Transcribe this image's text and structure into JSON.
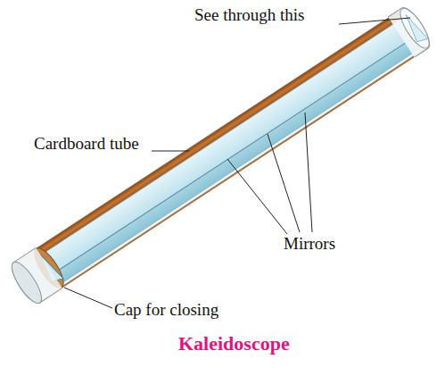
{
  "diagram": {
    "caption": "Kaleidoscope",
    "labels": [
      "See through this",
      "Cardboard tube",
      "Mirrors",
      "Cap for closing"
    ]
  }
}
